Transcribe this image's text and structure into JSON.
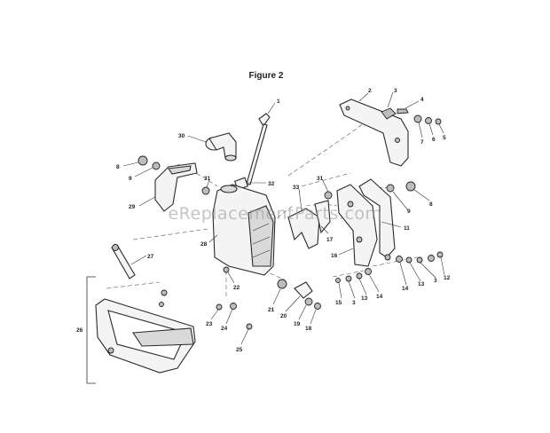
{
  "figure_title": "Figure 2",
  "watermark": "eReplacementParts.com",
  "callouts": [
    {
      "id": "c1",
      "label": "1"
    },
    {
      "id": "c2",
      "label": "2"
    },
    {
      "id": "c3a",
      "label": "3"
    },
    {
      "id": "c4",
      "label": "4"
    },
    {
      "id": "c5",
      "label": "5"
    },
    {
      "id": "c6",
      "label": "6"
    },
    {
      "id": "c7",
      "label": "7"
    },
    {
      "id": "c8a",
      "label": "8"
    },
    {
      "id": "c9a",
      "label": "9"
    },
    {
      "id": "c30",
      "label": "30"
    },
    {
      "id": "c32",
      "label": "32"
    },
    {
      "id": "c31a",
      "label": "31"
    },
    {
      "id": "c29",
      "label": "29"
    },
    {
      "id": "c33",
      "label": "33"
    },
    {
      "id": "c31b",
      "label": "31"
    },
    {
      "id": "c9b",
      "label": "9"
    },
    {
      "id": "c8b",
      "label": "8"
    },
    {
      "id": "c28",
      "label": "28"
    },
    {
      "id": "c17",
      "label": "17"
    },
    {
      "id": "c11",
      "label": "11"
    },
    {
      "id": "c16",
      "label": "16"
    },
    {
      "id": "c27",
      "label": "27"
    },
    {
      "id": "c22",
      "label": "22"
    },
    {
      "id": "c21",
      "label": "21"
    },
    {
      "id": "c20",
      "label": "20"
    },
    {
      "id": "c19",
      "label": "19"
    },
    {
      "id": "c18",
      "label": "18"
    },
    {
      "id": "c15",
      "label": "15"
    },
    {
      "id": "c3b",
      "label": "3"
    },
    {
      "id": "c13a",
      "label": "13"
    },
    {
      "id": "c14a",
      "label": "14"
    },
    {
      "id": "c14b",
      "label": "14"
    },
    {
      "id": "c13b",
      "label": "13"
    },
    {
      "id": "c3c",
      "label": "3"
    },
    {
      "id": "c12",
      "label": "12"
    },
    {
      "id": "c26",
      "label": "26"
    },
    {
      "id": "c23",
      "label": "23"
    },
    {
      "id": "c24",
      "label": "24"
    },
    {
      "id": "c25",
      "label": "25"
    }
  ]
}
